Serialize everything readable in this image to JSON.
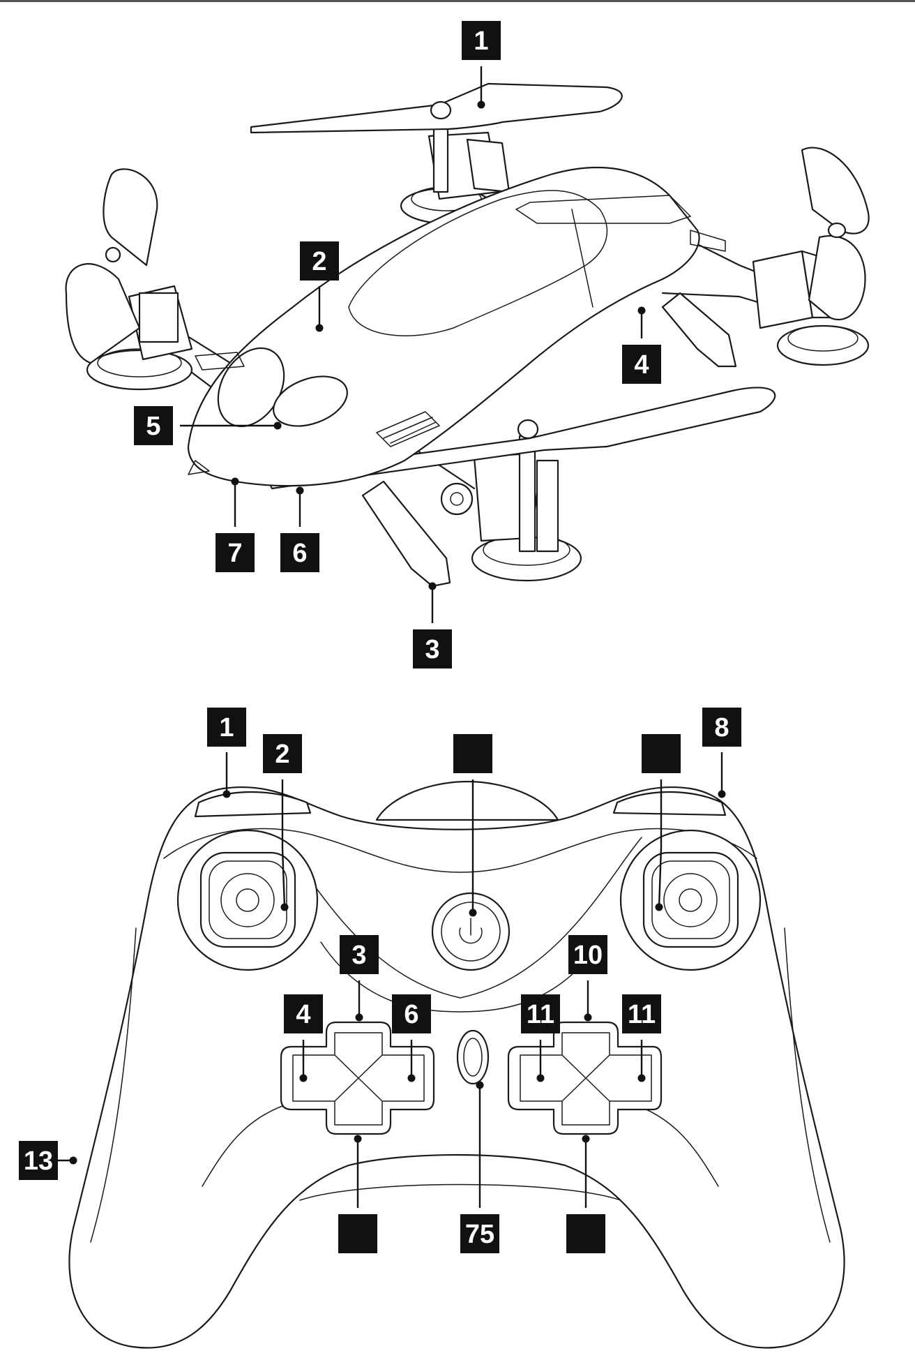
{
  "drone": {
    "callouts": [
      {
        "id": "d1",
        "label": "1"
      },
      {
        "id": "d2",
        "label": "2"
      },
      {
        "id": "d3",
        "label": "3"
      },
      {
        "id": "d4",
        "label": "4"
      },
      {
        "id": "d5",
        "label": "5"
      },
      {
        "id": "d6",
        "label": "6"
      },
      {
        "id": "d7",
        "label": "7"
      }
    ]
  },
  "controller": {
    "callouts": [
      {
        "id": "c1",
        "label": "1"
      },
      {
        "id": "c2",
        "label": "2"
      },
      {
        "id": "c3",
        "label": "3"
      },
      {
        "id": "c4",
        "label": "4"
      },
      {
        "id": "c6",
        "label": "6"
      },
      {
        "id": "c8",
        "label": "8"
      },
      {
        "id": "c10",
        "label": "10"
      },
      {
        "id": "c11a",
        "label": "11"
      },
      {
        "id": "c11b",
        "label": "11"
      },
      {
        "id": "c13",
        "label": "13"
      },
      {
        "id": "c75",
        "label": "75"
      },
      {
        "id": "c-top-center",
        "label": ""
      },
      {
        "id": "c-top-right",
        "label": ""
      },
      {
        "id": "c-bottom-left",
        "label": ""
      },
      {
        "id": "c-bottom-right",
        "label": ""
      }
    ]
  }
}
